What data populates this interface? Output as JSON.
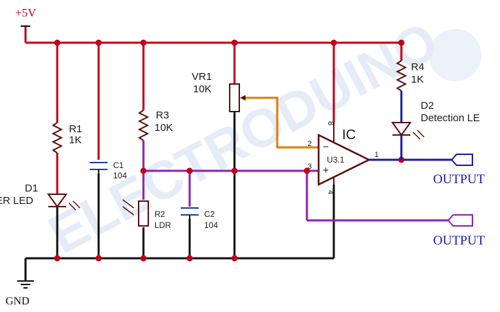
{
  "supply": {
    "label": "+5V"
  },
  "ground": {
    "label": "GND"
  },
  "watermark": {
    "text": "ELECTRODUINO"
  },
  "components": {
    "r1": {
      "ref": "R1",
      "value": "1K"
    },
    "c1": {
      "ref": "C1",
      "value": "104"
    },
    "r3": {
      "ref": "R3",
      "value": "10K"
    },
    "vr1": {
      "ref": "VR1",
      "value": "10K"
    },
    "r2": {
      "ref": "R2",
      "value": "LDR"
    },
    "c2": {
      "ref": "C2",
      "value": "104"
    },
    "r4": {
      "ref": "R4",
      "value": "1K"
    },
    "d1": {
      "ref": "D1",
      "value": "ER LED"
    },
    "d2": {
      "ref": "D2",
      "value": "Detection LE"
    },
    "ic": {
      "title": "IC",
      "ref": "U3.1"
    }
  },
  "ic_pins": {
    "p1": "1",
    "p2": "2",
    "p3": "3",
    "p4": "4",
    "p8": "8"
  },
  "outputs": {
    "out1": "OUTPUT",
    "out2": "OUTPUT"
  },
  "colors": {
    "supply_rail": "#c0001a",
    "ground_rail": "#111111",
    "pot_wiper": "#e07b00",
    "ldr_node": "#8e1fb4",
    "output_1": "#1a1aa8",
    "component": "#5a1010",
    "capacitor": "#1c3f9e",
    "watermark": "#c8d8ee"
  }
}
